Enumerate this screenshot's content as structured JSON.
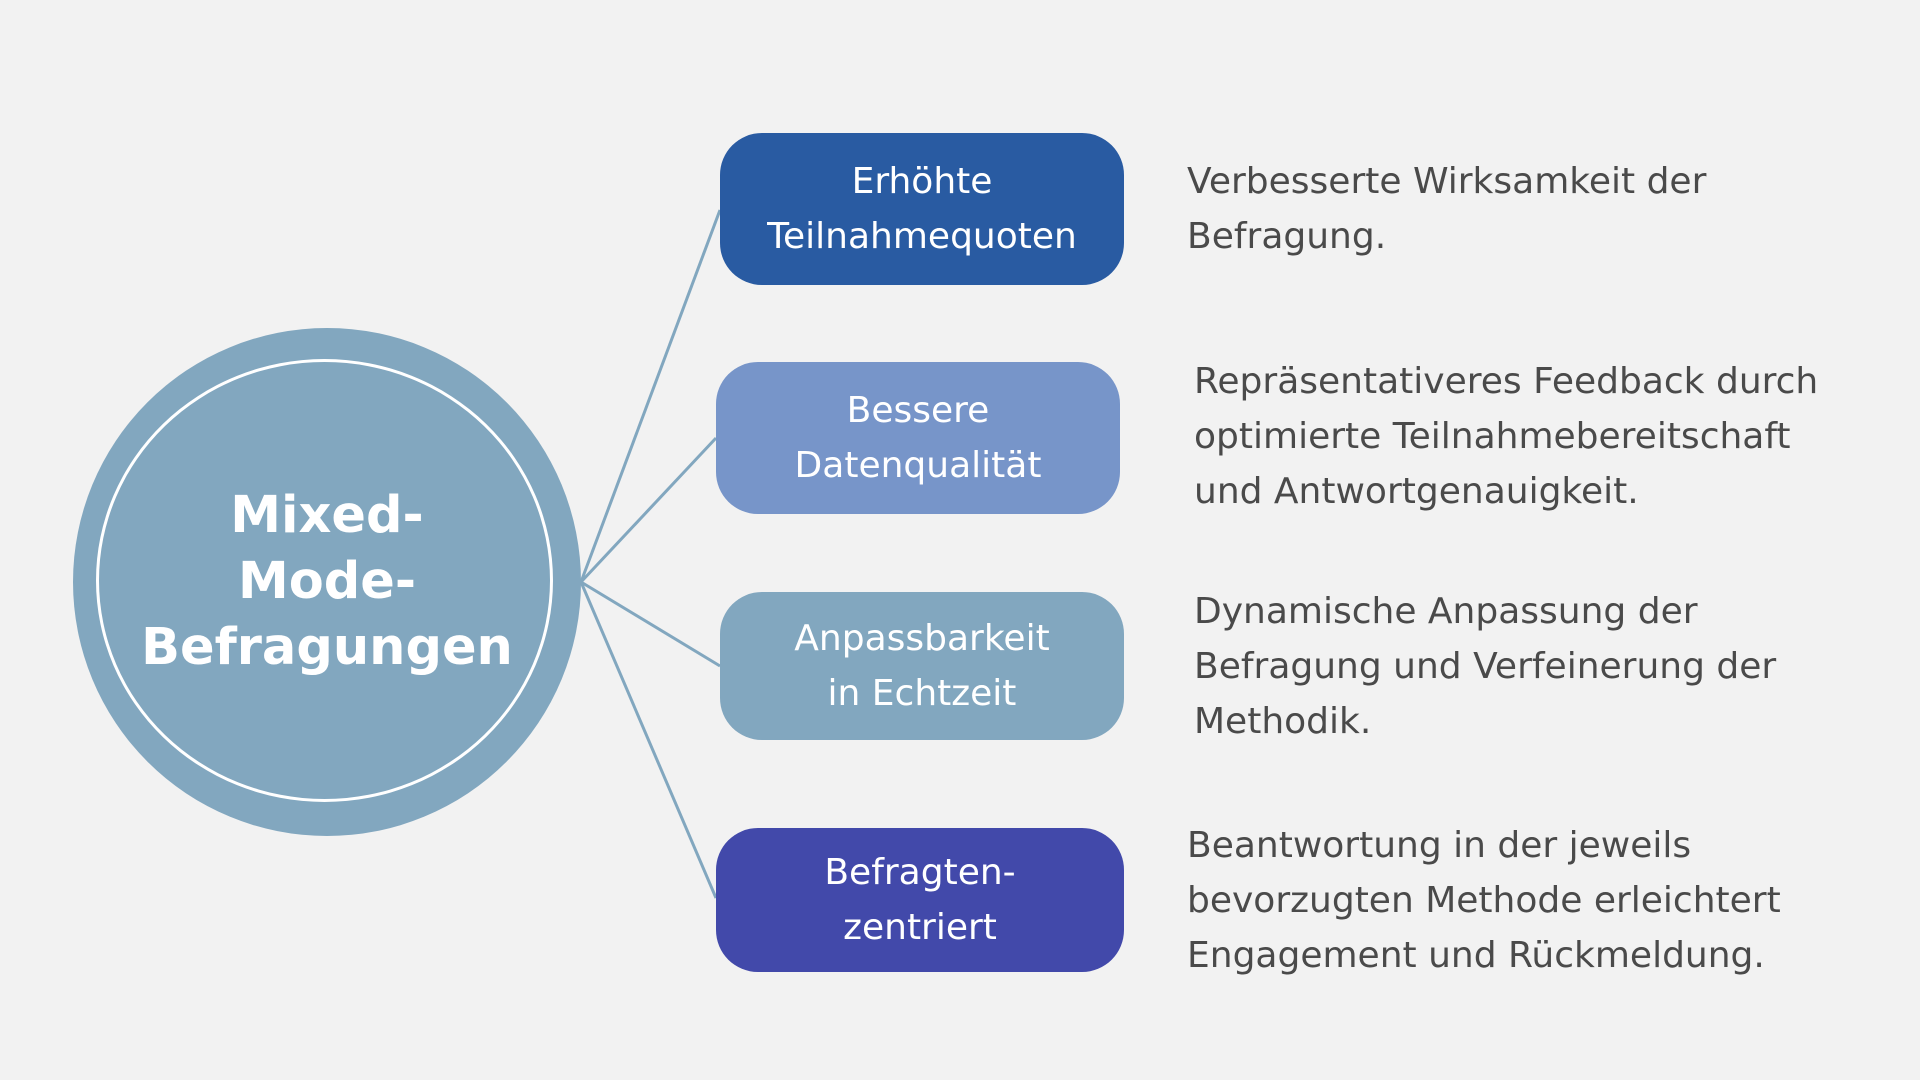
{
  "hub": {
    "title": "Mixed-\nMode-\nBefragungen",
    "color": "#82a7bf"
  },
  "line_color": "#82a7bf",
  "branches": [
    {
      "label": "Erhöhte\nTeilnahmequoten",
      "color": "#295ba2",
      "description": "Verbesserte Wirksamkeit der\nBefragung."
    },
    {
      "label": "Bessere\nDatenqualität",
      "color": "#7795c9",
      "description": "Repräsentativeres Feedback durch\noptimierte Teilnahmebereitschaft\nund Antwortgenauigkeit."
    },
    {
      "label": "Anpassbarkeit\nin Echtzeit",
      "color": "#82a7bf",
      "description": "Dynamische Anpassung der\nBefragung und Verfeinerung der\nMethodik."
    },
    {
      "label": "Befragten-\nzentriert",
      "color": "#4249aa",
      "description": "Beantwortung in der jeweils\nbevorzugten Methode erleichtert\nEngagement und Rückmeldung."
    }
  ]
}
